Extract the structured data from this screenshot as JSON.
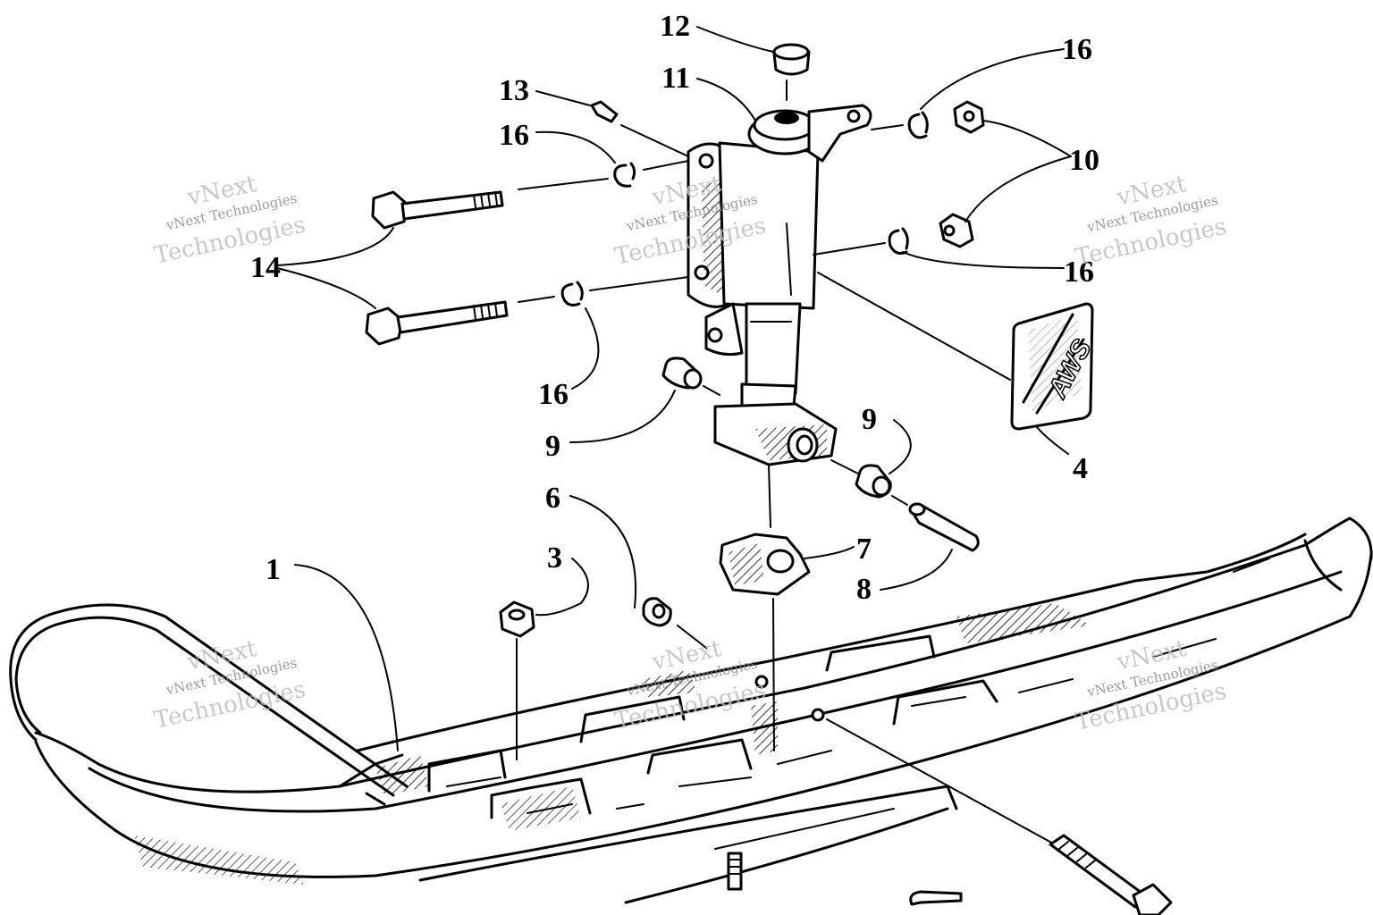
{
  "callouts": {
    "c1": "1",
    "c3": "3",
    "c4": "4",
    "c6": "6",
    "c7": "7",
    "c8": "8",
    "c9a": "9",
    "c9b": "9",
    "c10": "10",
    "c11": "11",
    "c12": "12",
    "c13": "13",
    "c14": "14",
    "c16a": "16",
    "c16b": "16",
    "c16c": "16",
    "c16d": "16"
  },
  "decal_text": "AWS",
  "watermark": {
    "company": "vNext Technologies",
    "word1": "vNext",
    "word2": "Technologies"
  }
}
